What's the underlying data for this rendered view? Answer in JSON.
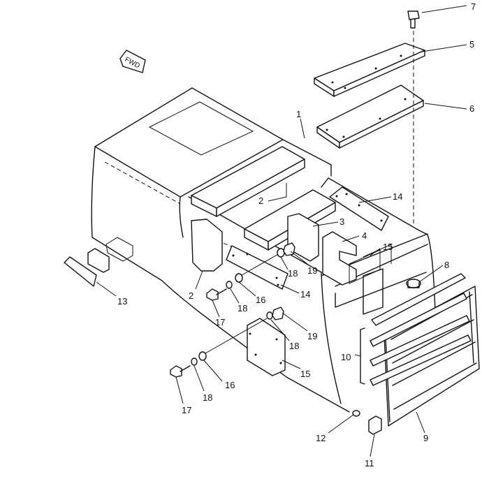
{
  "fwd_label": "FWD",
  "callouts": [
    {
      "id": "c7",
      "text": "7"
    },
    {
      "id": "c5",
      "text": "5"
    },
    {
      "id": "c6",
      "text": "6"
    },
    {
      "id": "c1",
      "text": "1"
    },
    {
      "id": "c14a",
      "text": "14"
    },
    {
      "id": "c2a",
      "text": "2"
    },
    {
      "id": "c3",
      "text": "3"
    },
    {
      "id": "c4",
      "text": "4"
    },
    {
      "id": "c15a",
      "text": "15"
    },
    {
      "id": "c8",
      "text": "8"
    },
    {
      "id": "c19a",
      "text": "19"
    },
    {
      "id": "c18a",
      "text": "18"
    },
    {
      "id": "c2b",
      "text": "2"
    },
    {
      "id": "c14b",
      "text": "14"
    },
    {
      "id": "c16a",
      "text": "16"
    },
    {
      "id": "c18b",
      "text": "18"
    },
    {
      "id": "c17a",
      "text": "17"
    },
    {
      "id": "c13",
      "text": "13"
    },
    {
      "id": "c19b",
      "text": "19"
    },
    {
      "id": "c18c",
      "text": "18"
    },
    {
      "id": "c10",
      "text": "10"
    },
    {
      "id": "c15b",
      "text": "15"
    },
    {
      "id": "c16b",
      "text": "16"
    },
    {
      "id": "c18d",
      "text": "18"
    },
    {
      "id": "c17b",
      "text": "17"
    },
    {
      "id": "c12",
      "text": "12"
    },
    {
      "id": "c9",
      "text": "9"
    },
    {
      "id": "c11",
      "text": "11"
    }
  ]
}
